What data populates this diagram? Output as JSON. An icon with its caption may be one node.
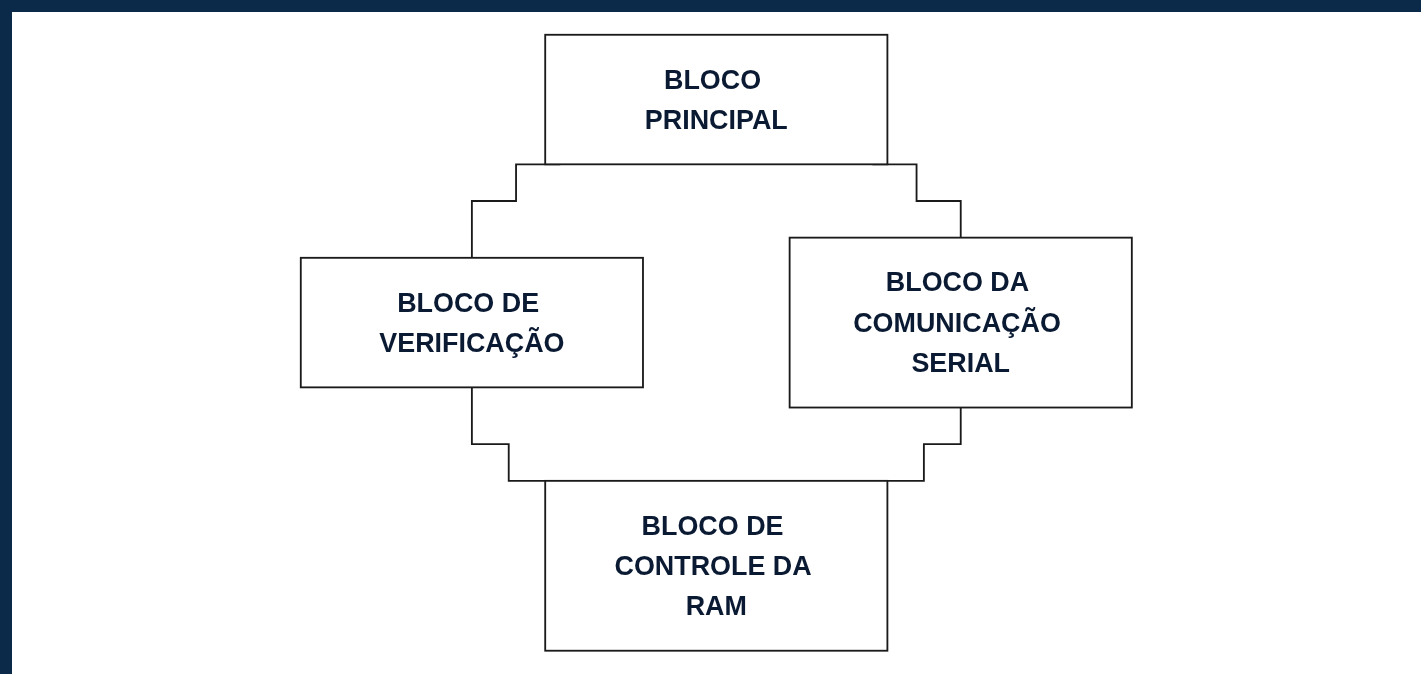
{
  "diagram": {
    "nodes": [
      {
        "text": [
          "BLOCO PRINCIPAL"
        ]
      },
      {
        "text": [
          "BLOCO DE VERIFICAÇÃO"
        ]
      },
      {
        "text": [
          "BLOCO DA COMUNICAÇÃO SERIAL"
        ]
      },
      {
        "text": [
          "BLOCO DE CONTROLE DA RAM"
        ]
      }
    ],
    "edges": [
      {
        "from": 0,
        "to": 1,
        "arrow": "none"
      },
      {
        "from": 0,
        "to": 2,
        "arrow": "none"
      },
      {
        "from": 1,
        "to": 3,
        "arrow": "none"
      },
      {
        "from": 2,
        "to": 3,
        "arrow": "none"
      }
    ]
  }
}
